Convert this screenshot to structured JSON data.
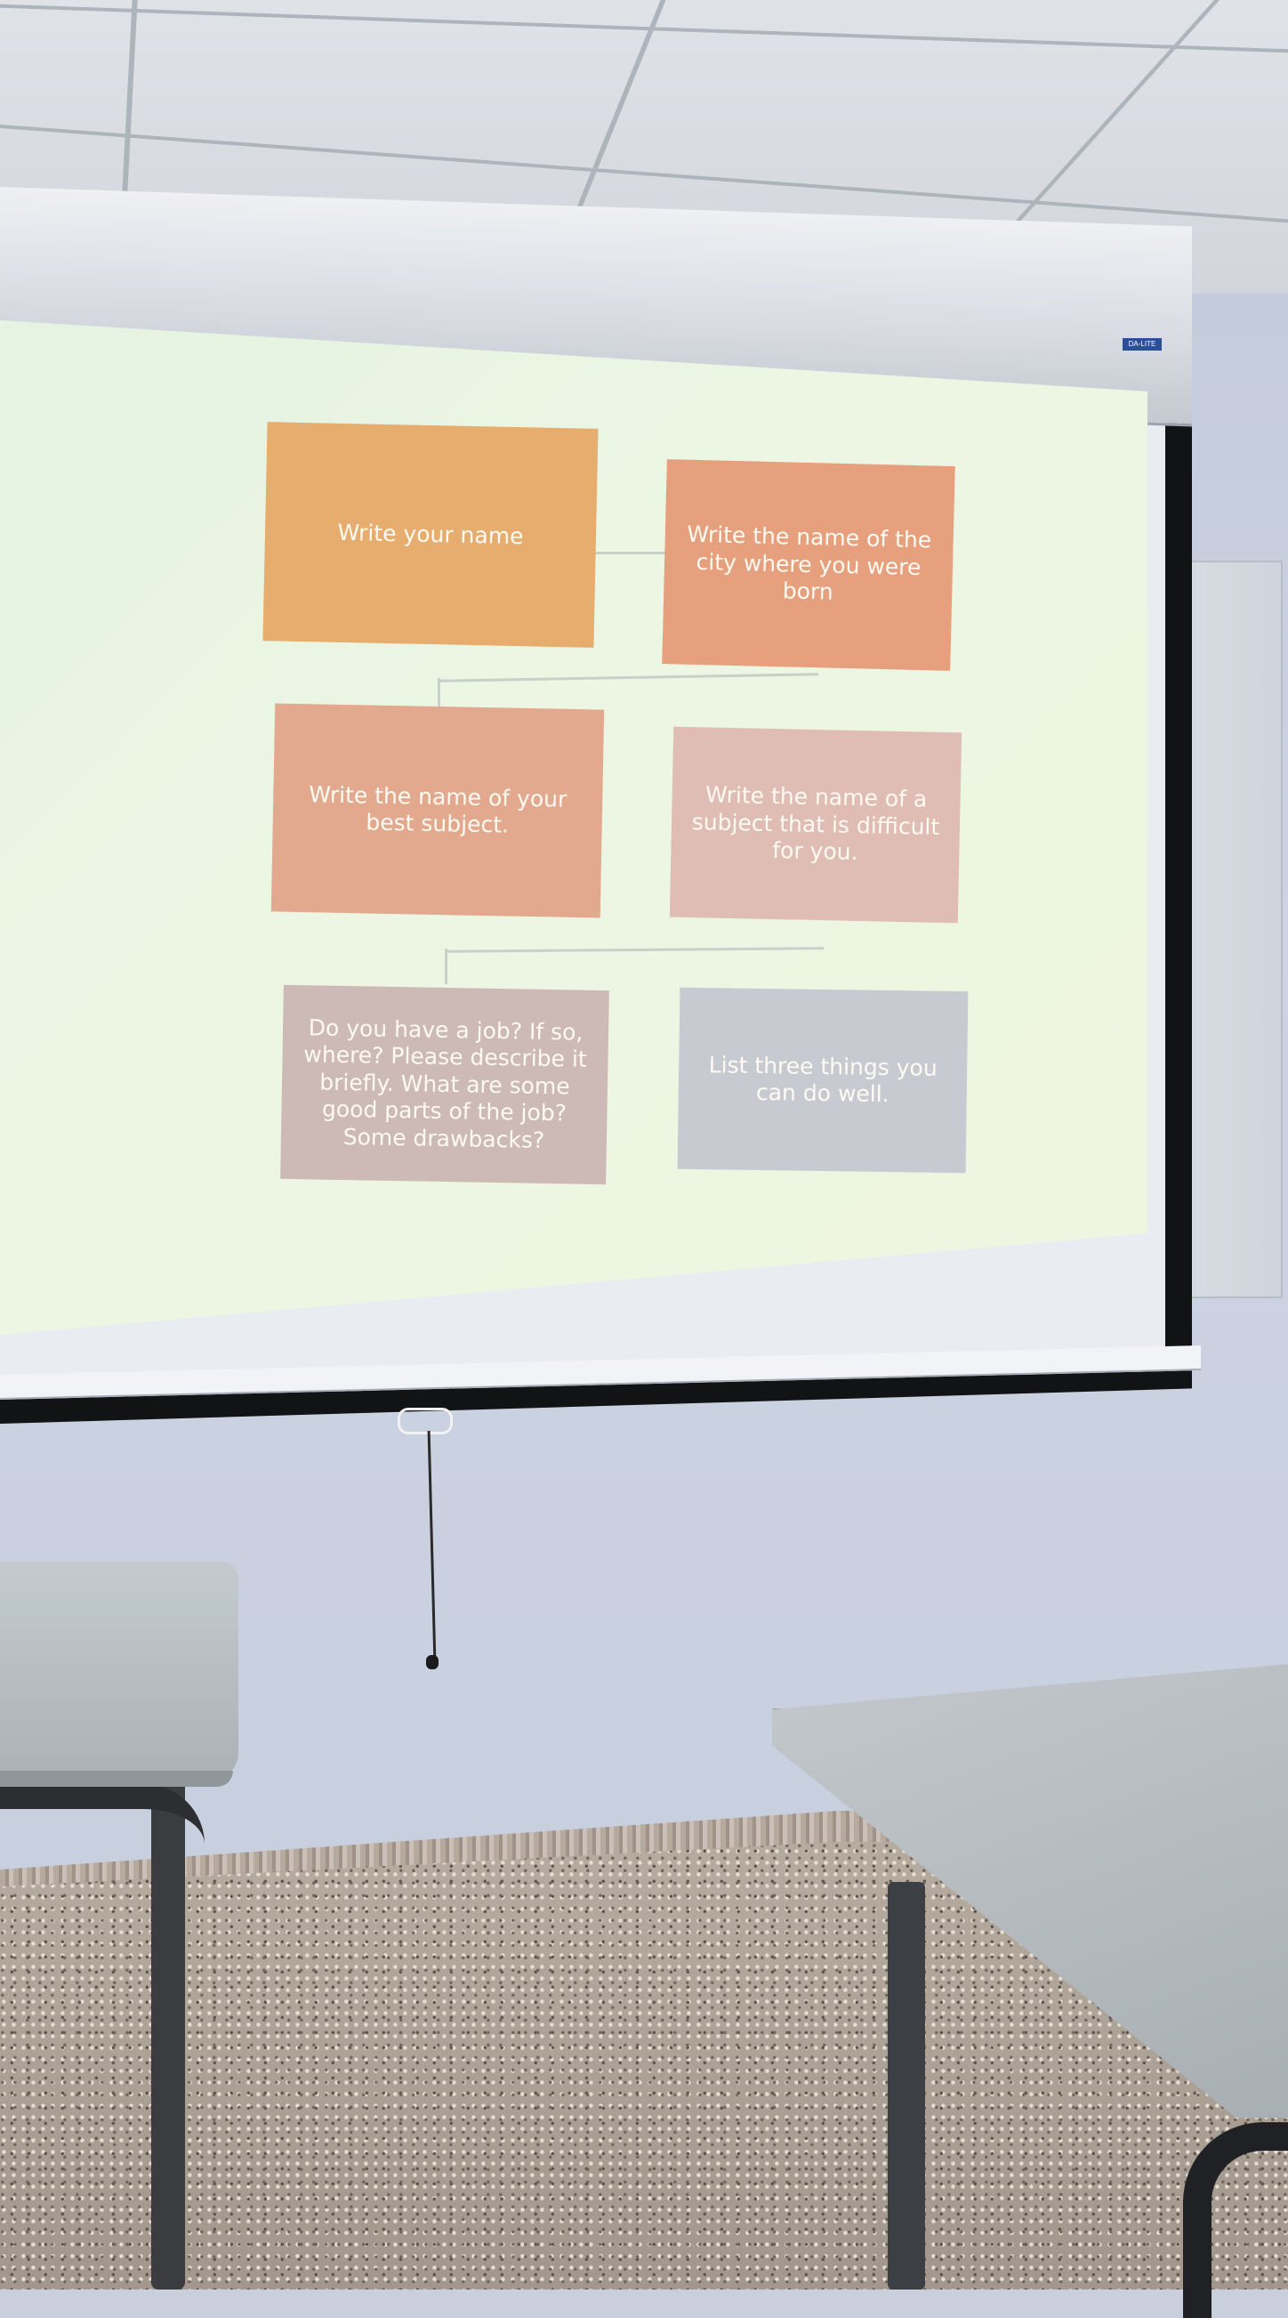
{
  "scene": {
    "screen_brand": "DA-LITE",
    "slide": {
      "boxes": [
        {
          "text": "Write your name",
          "color": "#e7ad6f"
        },
        {
          "text": "Write the name of the city where you were born",
          "color": "#e7a07d"
        },
        {
          "text": "Write the name of your best subject.",
          "color": "#e2a98e"
        },
        {
          "text": "Write the name of a subject that is difficult for you.",
          "color": "#dfbdb5"
        },
        {
          "text": "Do you have a job? If so, where? Please describe it briefly. What are some good parts of the job? Some drawbacks?",
          "color": "#cdb9b6"
        },
        {
          "text": "List three things you can do well.",
          "color": "#c7cbd1"
        }
      ]
    }
  }
}
